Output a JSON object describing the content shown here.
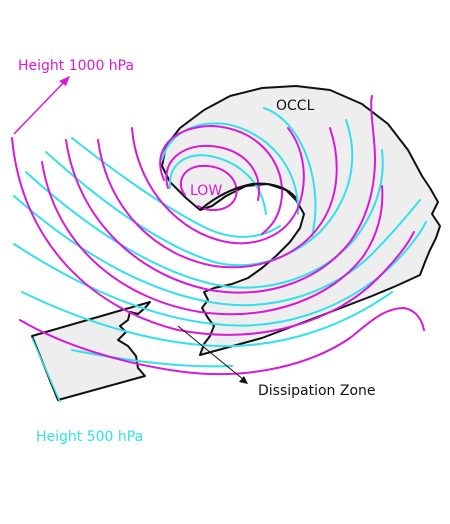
{
  "labels": {
    "height_1000": "Height 1000 hPa",
    "height_500": "Height 500 hPa",
    "occl": "OCCL",
    "low": "LOW",
    "dissipation": "Dissipation Zone"
  },
  "colors": {
    "height_1000": "#d81ad8",
    "height_500": "#33e0ec",
    "cloud_fill": "#eeeeee",
    "outline": "#111111"
  }
}
